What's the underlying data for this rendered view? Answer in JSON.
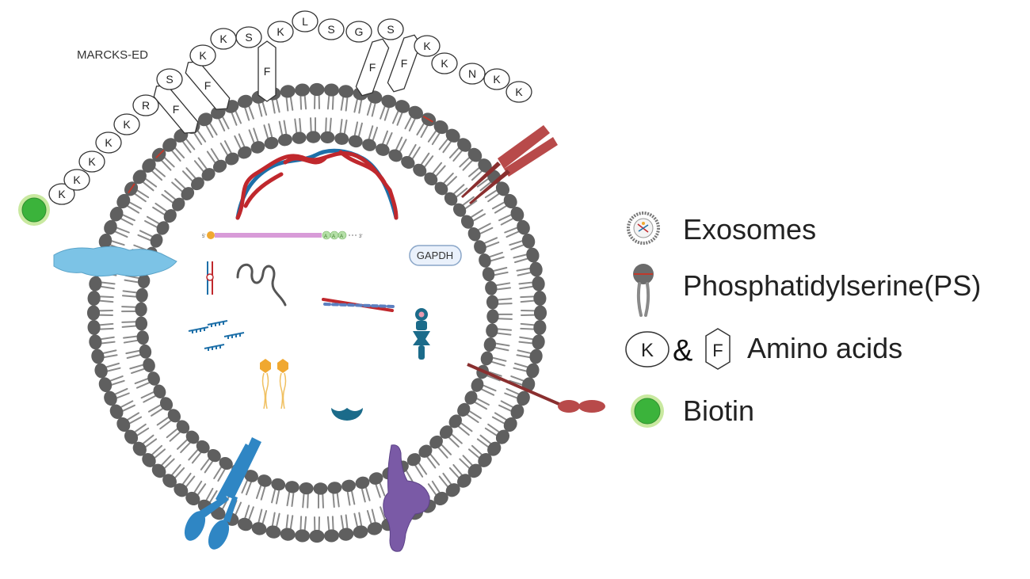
{
  "diagram": {
    "peptide_label": "MARCKS-ED",
    "peptide_sequence": [
      "K",
      "K",
      "K",
      "K",
      "K",
      "R",
      "F",
      "S",
      "F",
      "K",
      "K",
      "S",
      "F",
      "K",
      "L",
      "S",
      "G",
      "F",
      "S",
      "F",
      "K",
      "K",
      "N",
      "K",
      "K"
    ],
    "gapdh_label": "GAPDH",
    "rna_5prime": "5'",
    "rna_3prime": "3'",
    "poly_a": [
      "A",
      "A",
      "A"
    ]
  },
  "legend": {
    "items": [
      {
        "label": "Exosomes",
        "icon": "exosome-icon"
      },
      {
        "label": "Phosphatidylserine(PS)",
        "icon": "phospholipid-ps-icon"
      },
      {
        "label": "Amino acids",
        "icon": "amino-acid-icons",
        "k_symbol": "K",
        "amp": "&",
        "f_symbol": "F"
      },
      {
        "label": "Biotin",
        "icon": "biotin-icon"
      }
    ]
  },
  "colors": {
    "lipid_head": "#5f5f5f",
    "lipid_tail": "#8a8a8a",
    "ps_mark": "#c0392b",
    "biotin": "#3bb33b",
    "biotin_ring": "#c9e9a0",
    "receptor_red": "#b84a4a",
    "protein_blue": "#7cc3e6",
    "protein_purple": "#7a5aa6",
    "dna_red": "#c0282d",
    "dna_blue": "#1d6fa8",
    "lipid_orange": "#f0a830",
    "teal": "#1b6b8a"
  }
}
